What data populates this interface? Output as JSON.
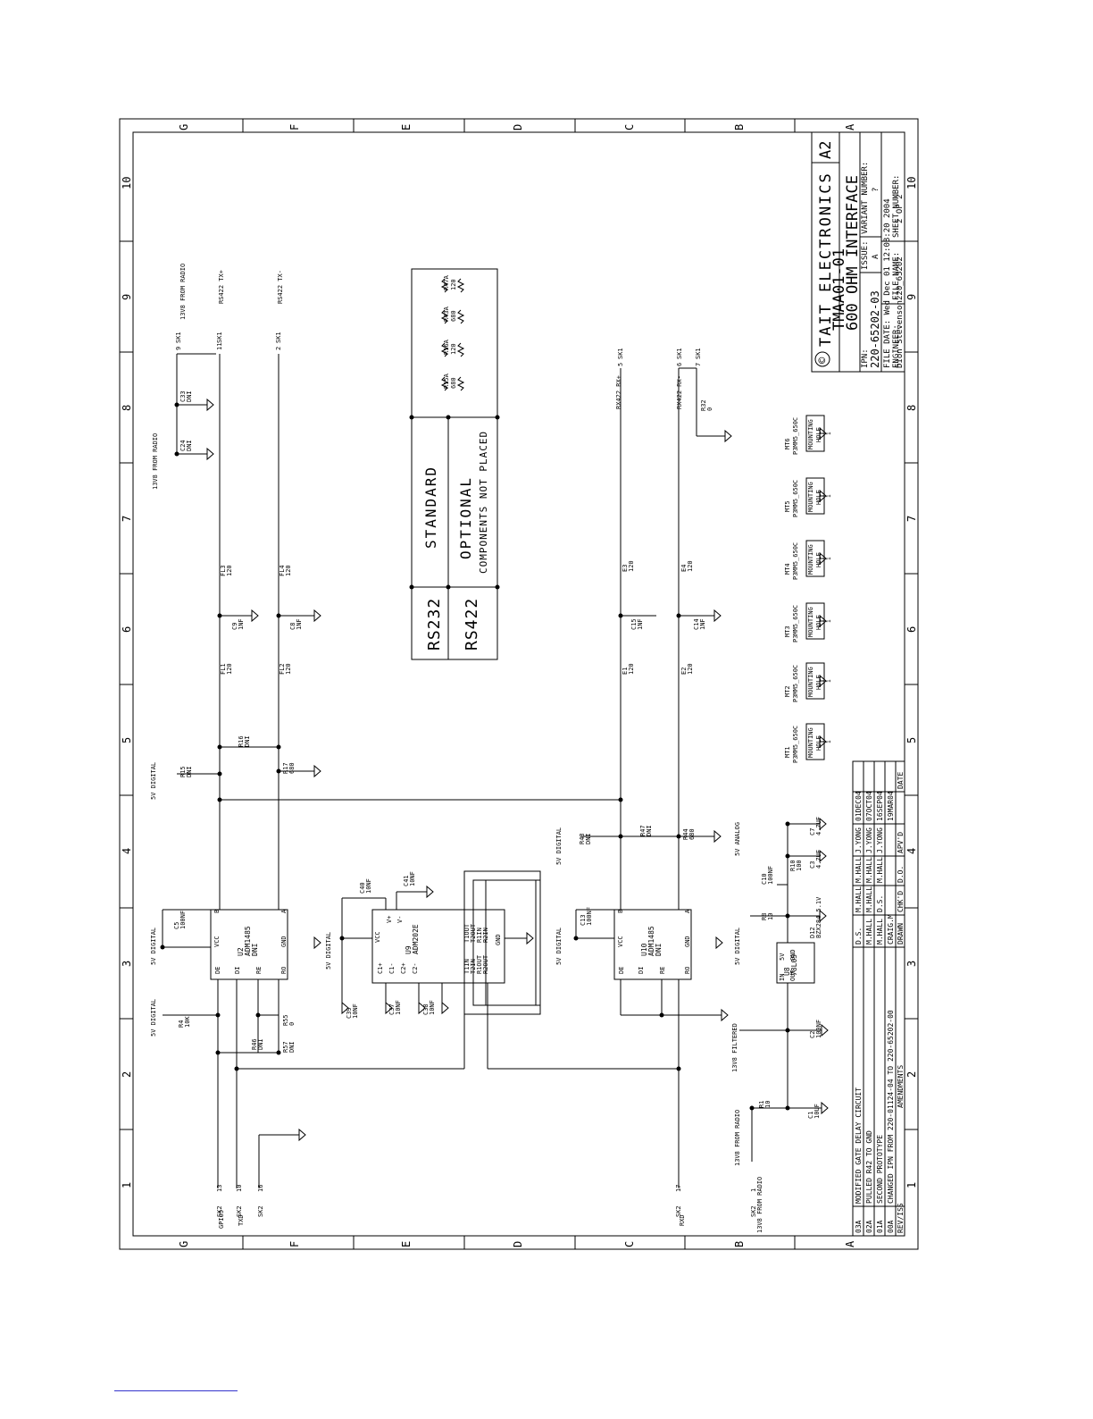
{
  "title_block": {
    "company": "TAIT ELECTRONICS",
    "size": "A2",
    "product": "TMAA01-01",
    "description": "600 OHM INTERFACE",
    "ipn_label": "IPN:",
    "ipn": "220-65202-03",
    "issue_label": "ISSUE:",
    "issue": "A",
    "variant_label": "VARIANT NUMBER:",
    "variant": "?",
    "file_date": "FILE DATE: Wed Dec 01 12:08:20 2004",
    "engineer_label": "ENGINEER:",
    "engineer": "Dion Stevenson",
    "file_name_label": "FILE NAME:",
    "file_name": "220_65202",
    "sheet_label": "SHEET NUMBER:",
    "sheet": "2 OF 2",
    "copyright": "©"
  },
  "revisions": {
    "headers": [
      "REV/ISS",
      "AMENDMENTS",
      "DRAWN",
      "CHK'D",
      "D.O.",
      "APV'D",
      "DATE"
    ],
    "rows": [
      [
        "03A",
        "MODIFIED GATE DELAY CIRCUIT",
        "D.S.",
        "M.HALL",
        "M.HALL",
        "J.YONG",
        "01DEC04"
      ],
      [
        "02A",
        "PULLED R42 TO GND",
        "M.HALL",
        "M.HALL",
        "M.HALL",
        "J.YONG",
        "07OCT04"
      ],
      [
        "01A",
        "SECOND PROTOTYPE",
        "M.HALL",
        "D.S.",
        "M.HALL",
        "J.YONG",
        "16SEP04"
      ],
      [
        "00A",
        "CHANGED IPN FROM 220-01124-04 TO 220-65202-00",
        "CRAIG.M",
        "",
        "",
        "",
        "19MAR04"
      ]
    ]
  },
  "zones": {
    "rows": [
      "G",
      "F",
      "E",
      "D",
      "C",
      "B",
      "A"
    ],
    "cols": [
      "1",
      "2",
      "3",
      "4",
      "5",
      "6",
      "7",
      "8",
      "9",
      "10"
    ]
  },
  "legend": {
    "standard_key": "RS232",
    "standard": "STANDARD",
    "optional_key": "RS422",
    "optional": "OPTIONAL",
    "optional_note": "COMPONENTS NOT PLACED",
    "parts": [
      "R15A 680",
      "R16A 120",
      "R43A 680",
      "R47A 120"
    ]
  },
  "nets": {
    "radio_13v8": "13V8 FROM RADIO",
    "tx_plus": "RS422 TX+",
    "tx_minus": "RS422 TX-",
    "rx_plus": "RX422 RX+",
    "rx_minus": "RX422 RX-",
    "v5_digital": "5V DIGITAL",
    "v5_analog": "5V ANALOG",
    "filtered": "13V8 FILTERED",
    "gpio5": "GPIO5",
    "txd": "TXD",
    "rxd": "RXD"
  },
  "ics": {
    "u2": [
      "U2",
      "ADM1485",
      "DNI"
    ],
    "u9": [
      "U9",
      "ADM202E"
    ],
    "u10": [
      "U10",
      "ADM1485",
      "DNI"
    ],
    "u8": [
      "U8",
      "78L05"
    ],
    "rs485_pins": [
      "VCC",
      "GND",
      "B",
      "A",
      "DE",
      "DI",
      "RE",
      "RO"
    ],
    "u9_left": [
      "C1+",
      "C1-",
      "C2+",
      "C2-"
    ],
    "u9_right": [
      "T1OUT",
      "T2OUT",
      "R1IN",
      "R2IN"
    ],
    "u9_bottom": [
      "T1IN",
      "T2IN",
      "R1OUT",
      "R2OUT"
    ],
    "u8_pins": [
      "IN",
      "OUT",
      "5V",
      "GND"
    ]
  },
  "parts": [
    "C24 DNI",
    "C33 DNI",
    "FL3 120",
    "FL4 120",
    "C9 1NF",
    "C8 1NF",
    "FL1 120",
    "FL2 120",
    "R16 DNI",
    "R15 DNI",
    "R17 680",
    "C5 100NF",
    "R4 10K",
    "R55 0",
    "R46 DNI",
    "R57 DNI",
    "C40 10NF",
    "C41 10NF",
    "C39 10NF",
    "C37 10NF",
    "C38 10NF",
    "E3 120",
    "E4 120",
    "C15 1NF",
    "C14 1NF",
    "E1 120",
    "E2 120",
    "R32 0",
    "R43 DNI",
    "R47 DNI",
    "R44 680",
    "C13 100NF",
    "C7 4.7UF",
    "R10 100",
    "C3 4.7UF",
    "C10 100NF",
    "R8 10",
    "D12 BZX284 5.1V",
    "C2 100NF",
    "R1 10",
    "C1 10UF"
  ],
  "mounting_holes": [
    {
      "ref": "MT1",
      "part": "P3MM5_650C",
      "text": "MOUNTING HOLE"
    },
    {
      "ref": "MT2",
      "part": "P3MM5_650C",
      "text": "MOUNTING HOLE"
    },
    {
      "ref": "MT3",
      "part": "P3MM5_650C",
      "text": "MOUNTING HOLE"
    },
    {
      "ref": "MT4",
      "part": "P3MM5_650C",
      "text": "MOUNTING HOLE"
    },
    {
      "ref": "MT5",
      "part": "P3MM5_650C",
      "text": "MOUNTING HOLE"
    },
    {
      "ref": "MT6",
      "part": "P3MM5_650C",
      "text": "MOUNTING HOLE"
    }
  ],
  "connectors": {
    "sk1": "SK1",
    "sk2": "SK2"
  }
}
